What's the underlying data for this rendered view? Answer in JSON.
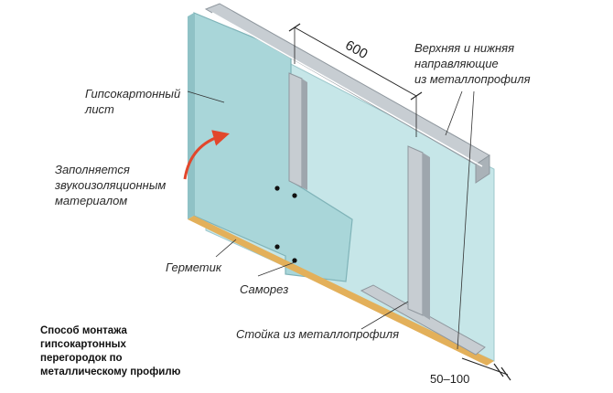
{
  "labels": {
    "gypsum_sheet": "Гипсокартонный\nлист",
    "filled_with": "Заполняется\nзвукоизоляционным\nматериалом",
    "sealant": "Герметик",
    "screw": "Саморез",
    "stud": "Стойка из металлопрофиля",
    "guides": "Верхняя и нижняя\nнаправляющие\nиз металлопрофиля"
  },
  "dimensions": {
    "stud_spacing": "600",
    "gap": "50–100"
  },
  "caption": "Способ монтажа\nгипсокартонных\nперегородок по\nметаллическому профилю",
  "colors": {
    "drywall": "#a9d6d9",
    "drywall_back": "#c6e6e8",
    "drywall_edge": "#7fb3b8",
    "metal": "#c7cdd2",
    "metal_dark": "#8f979e",
    "sealant": "#e3b05a",
    "arrow": "#e2472c"
  }
}
